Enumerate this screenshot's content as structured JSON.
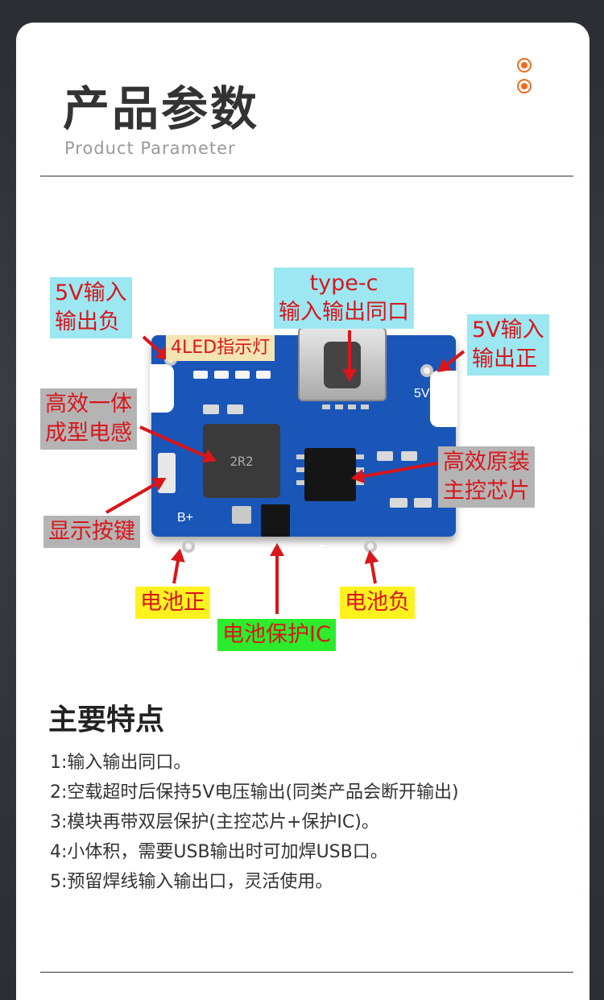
{
  "header": {
    "title": "产品参数",
    "subtitle": "Product  Parameter",
    "accent_color": "#f06a1e"
  },
  "diagram": {
    "labels": {
      "in_out_neg": [
        "5V输入",
        "输出负"
      ],
      "type_c": [
        "type-c",
        "输入输出同口"
      ],
      "in_out_pos": [
        "5V输入",
        "输出正"
      ],
      "led_indicator": "4LED指示灯",
      "inductor": [
        "高效一体",
        "成型电感"
      ],
      "main_chip": [
        "高效原装",
        "主控芯片"
      ],
      "display_button": "显示按键",
      "battery_pos": "电池正",
      "battery_neg": "电池负",
      "battery_protect_ic": "电池保护IC"
    },
    "silkscreen": {
      "b_plus": "B+",
      "b_minus": "B-",
      "five_v": "5V",
      "inductor_mark": "2R2"
    }
  },
  "features": {
    "title": "主要特点",
    "items": [
      "1:输入输出同口。",
      "2:空载超时后保持5V电压输出(同类产品会断开输出)",
      "3:模块再带双层保护(主控芯片+保护IC)。",
      "4:小体积，需要USB输出时可加焊USB口。",
      "5:预留焊线输入输出口，灵活使用。"
    ]
  }
}
